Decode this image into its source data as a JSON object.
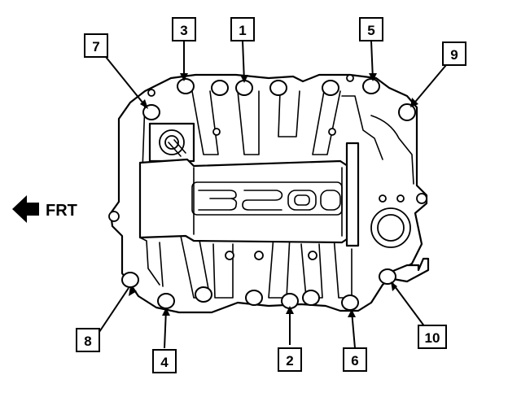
{
  "figure": {
    "front_label": "FRT",
    "cover_lettering": "3800",
    "callouts": [
      {
        "id": "c1",
        "label": "1"
      },
      {
        "id": "c2",
        "label": "2"
      },
      {
        "id": "c3",
        "label": "3"
      },
      {
        "id": "c4",
        "label": "4"
      },
      {
        "id": "c5",
        "label": "5"
      },
      {
        "id": "c6",
        "label": "6"
      },
      {
        "id": "c7",
        "label": "7"
      },
      {
        "id": "c8",
        "label": "8"
      },
      {
        "id": "c9",
        "label": "9"
      },
      {
        "id": "c10",
        "label": "10"
      }
    ]
  }
}
